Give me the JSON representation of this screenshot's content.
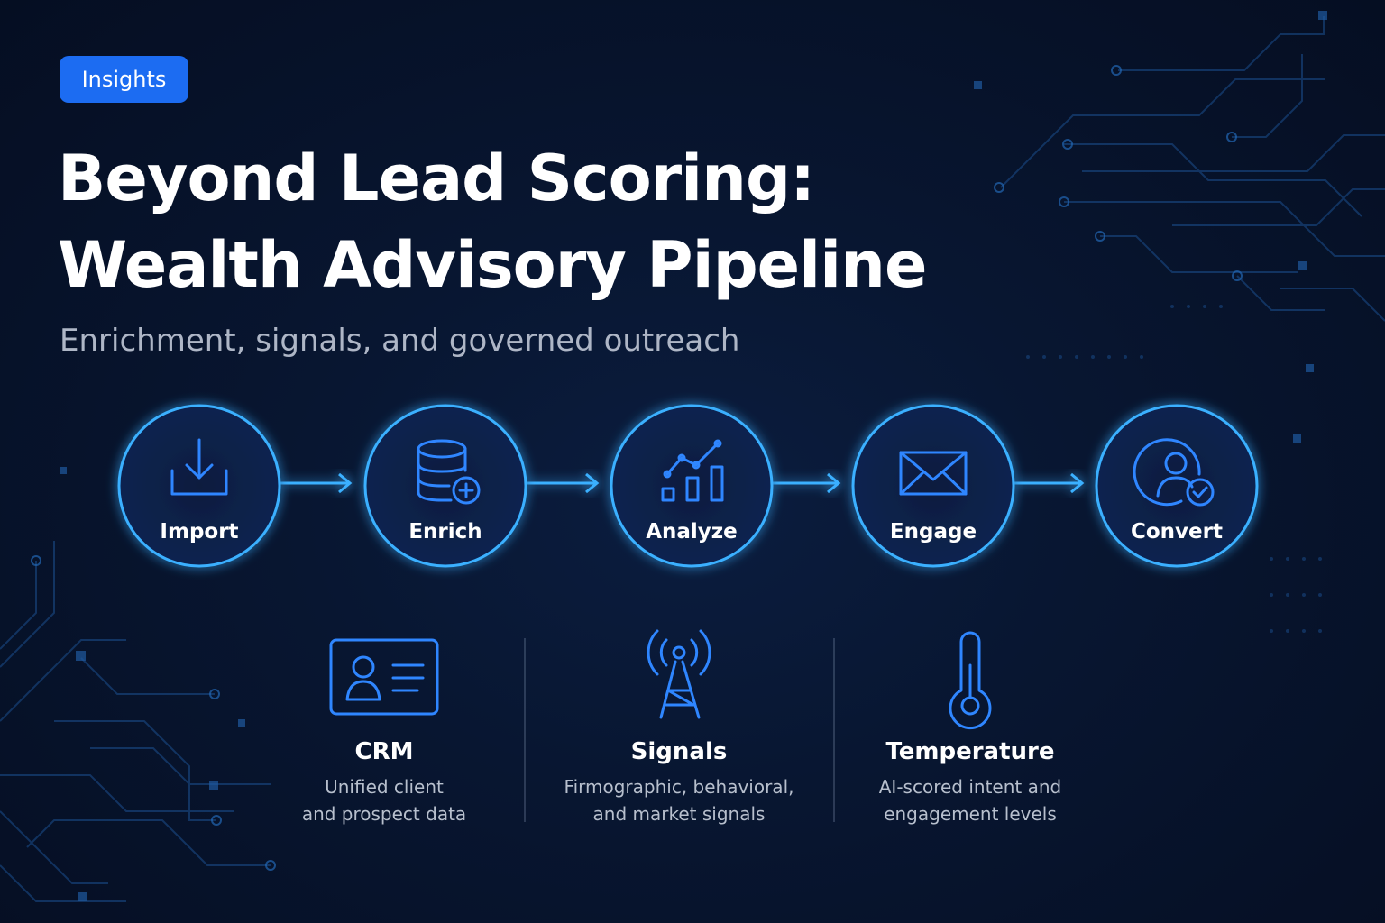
{
  "badge": "Insights",
  "title": {
    "line1": "Beyond Lead Scoring:",
    "line2": "Wealth Advisory Pipeline"
  },
  "subtitle": "Enrichment, signals, and governed outreach",
  "colors": {
    "background": "#061128",
    "accent": "#1c6cf2",
    "ring": "#3bb0ff",
    "icon": "#2f86ff"
  },
  "steps": [
    {
      "label": "Import",
      "icon": "download-icon"
    },
    {
      "label": "Enrich",
      "icon": "database-plus-icon"
    },
    {
      "label": "Analyze",
      "icon": "analytics-chart-icon"
    },
    {
      "label": "Engage",
      "icon": "envelope-icon"
    },
    {
      "label": "Convert",
      "icon": "user-check-icon"
    }
  ],
  "features": [
    {
      "title": "CRM",
      "desc_line1": "Unified client",
      "desc_line2": "and prospect data",
      "icon": "id-card-icon"
    },
    {
      "title": "Signals",
      "desc_line1": "Firmographic, behavioral,",
      "desc_line2": "and market signals",
      "icon": "signal-tower-icon"
    },
    {
      "title": "Temperature",
      "desc_line1": "AI-scored intent and",
      "desc_line2": "engagement levels",
      "icon": "thermometer-icon"
    }
  ]
}
